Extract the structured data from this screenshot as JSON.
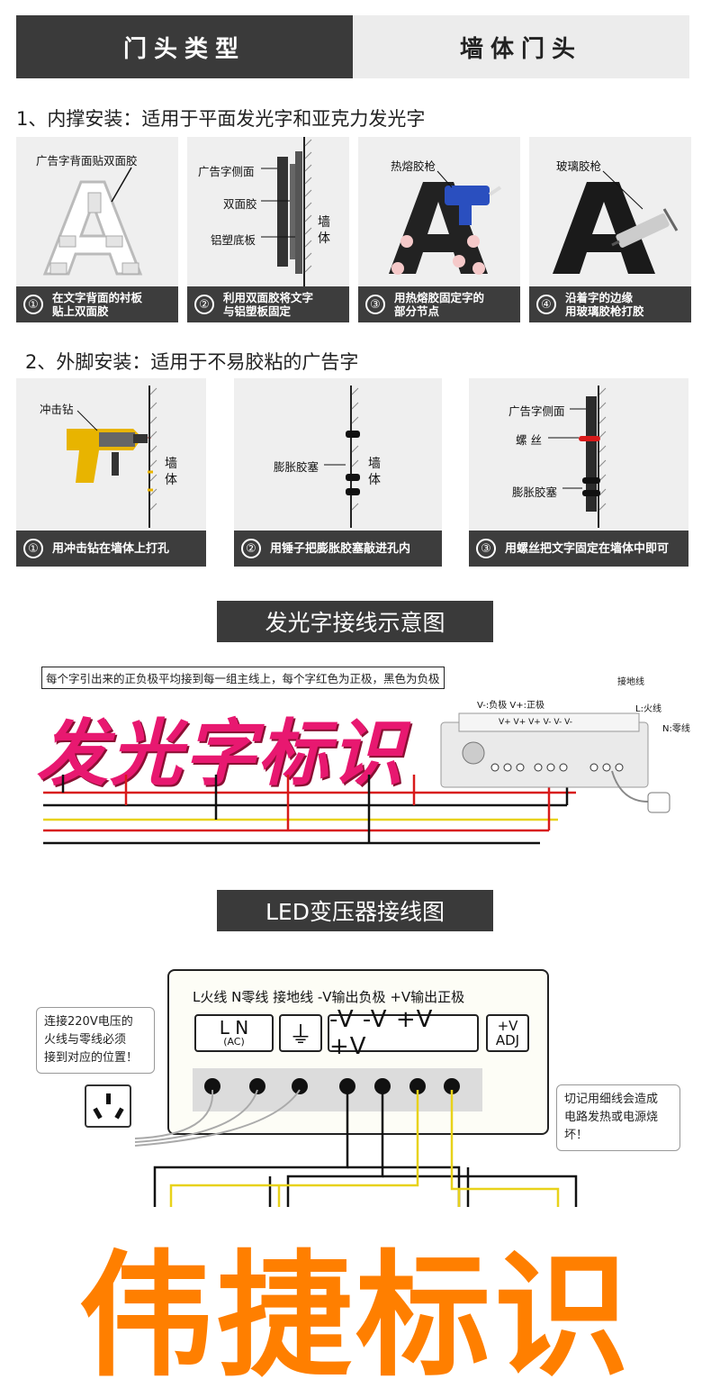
{
  "tabs": {
    "left": "门头类型",
    "right": "墙体门头"
  },
  "section1": {
    "title": "1、内撑安装：适用于平面发光字和亚克力发光字",
    "cards": [
      {
        "num": "①",
        "caption": "在文字背面的衬板\n贴上双面胶",
        "labels": {
          "top": "广告字背面贴双面胶"
        }
      },
      {
        "num": "②",
        "caption": "利用双面胶将文字\n与铝塑板固定",
        "labels": {
          "side": "广告字侧面",
          "tape": "双面胶",
          "board": "铝塑底板",
          "wall": "墙\n体"
        }
      },
      {
        "num": "③",
        "caption": "用热熔胶固定字的\n部分节点",
        "labels": {
          "tool": "热熔胶枪"
        }
      },
      {
        "num": "④",
        "caption": "沿着字的边缘\n用玻璃胶枪打胶",
        "labels": {
          "tool": "玻璃胶枪"
        }
      }
    ]
  },
  "section2": {
    "title": "2、外脚安装：适用于不易胶粘的广告字",
    "cards": [
      {
        "num": "①",
        "caption": "用冲击钻在墙体上打孔",
        "labels": {
          "tool": "冲击钻",
          "wall": "墙\n体"
        }
      },
      {
        "num": "②",
        "caption": "用锤子把膨胀胶塞敲进孔内",
        "labels": {
          "plug": "膨胀胶塞",
          "wall": "墙\n体"
        }
      },
      {
        "num": "③",
        "caption": "用螺丝把文字固定在墙体中即可",
        "labels": {
          "side": "广告字侧面",
          "screw": "螺  丝",
          "plug": "膨胀胶塞"
        }
      }
    ]
  },
  "wiring": {
    "banner": "发光字接线示意图",
    "note": "每个字引出来的正负极平均接到每一组主线上，每个字红色为正极，黑色为负极",
    "sign": "发光字标识",
    "psu_labels": {
      "ground": "接地线",
      "live": "L:火线",
      "neutral": "N:零线",
      "polarity": "V-:负极  V+:正极",
      "terminals": "V+ V+ V+  V- V- V-"
    }
  },
  "transformer": {
    "banner": "LED变压器接线图",
    "header": "L火线 N零线  接地线  -V输出负极 +V输出正极",
    "terminals": {
      "ln_top": "L   N",
      "ln_sub": "(AC)",
      "ground": "⏚",
      "outputs": "-V -V +V +V",
      "adj_top": "+V",
      "adj_bottom": "ADJ"
    },
    "callout_left": "连接220V电压的\n火线与零线必须\n接到对应的位置！",
    "callout_right": "切记用细线会造成\n电路发热或电源烧\n坏！"
  },
  "brand": "伟捷标识",
  "colors": {
    "dark": "#3a3a3a",
    "light": "#ececec",
    "brand_orange": "#ff7f00",
    "sign_pink": "#e81870",
    "wire_yellow": "#e8d21a",
    "wire_red": "#d81a1a"
  }
}
